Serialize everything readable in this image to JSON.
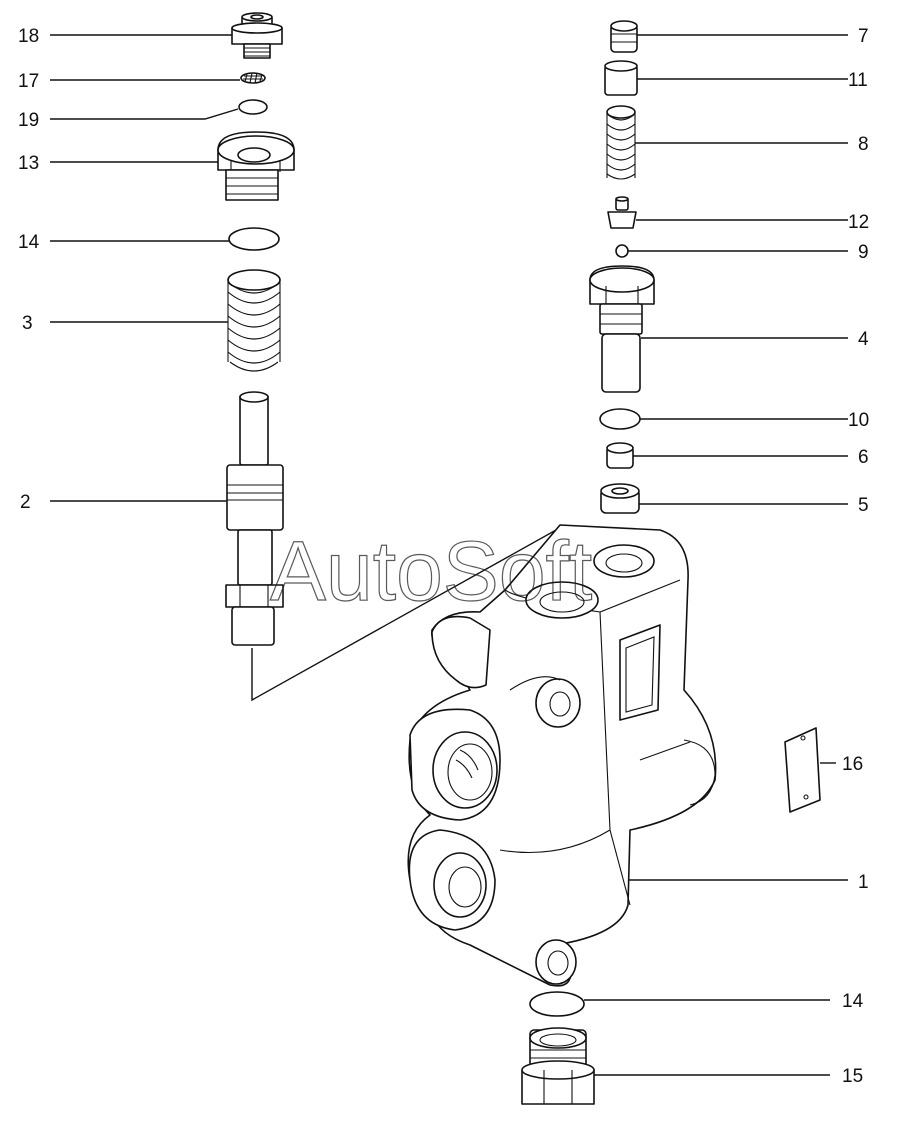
{
  "watermark": "AutoSoft",
  "callouts": {
    "c18": "18",
    "c17": "17",
    "c19": "19",
    "c13": "13",
    "c14a": "14",
    "c3": "3",
    "c2": "2",
    "c7": "7",
    "c11": "11",
    "c8": "8",
    "c12": "12",
    "c9": "9",
    "c4": "4",
    "c10": "10",
    "c6": "6",
    "c5": "5",
    "c16": "16",
    "c1": "1",
    "c14b": "14",
    "c15": "15"
  }
}
